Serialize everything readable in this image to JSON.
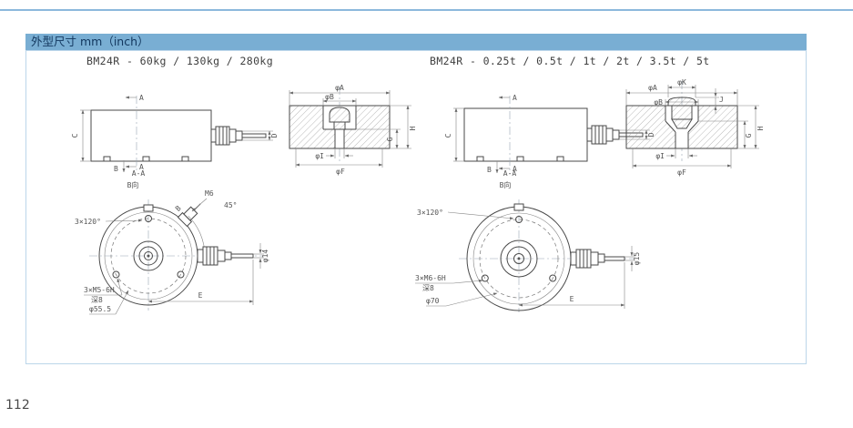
{
  "page": {
    "number": "112"
  },
  "header": {
    "title": "外型尺寸 mm（inch）"
  },
  "left": {
    "title": "BM24R - 60kg / 130kg / 280kg",
    "section_label": "A-A",
    "view_label": "B向",
    "side": {
      "a_top": "A",
      "a_bottom": "A",
      "b": "B",
      "c": "C",
      "d": "D"
    },
    "sec": {
      "phiA": "φA",
      "phiB": "φB",
      "h": "H",
      "g": "G",
      "phiI": "φI",
      "phiF": "φF"
    },
    "circle": {
      "pattern": "3×120°",
      "b": "B",
      "thread": "M6",
      "angle": "45°",
      "cable_dia": "φ14",
      "tap1": "3×M5-6H",
      "tap2": "深8",
      "bc_dia": "φ55.5",
      "e": "E"
    }
  },
  "right": {
    "title": "BM24R - 0.25t / 0.5t / 1t / 2t / 3.5t / 5t",
    "section_label": "A-A",
    "view_label": "B向",
    "side": {
      "a_top": "A",
      "a_bottom": "A",
      "b": "B",
      "c": "C",
      "d": "D"
    },
    "sec": {
      "phiA": "φA",
      "phiB": "φB",
      "phiK": "φK",
      "j": "J",
      "h": "H",
      "g": "G",
      "phiI": "φI",
      "phiF": "φF"
    },
    "circle": {
      "pattern": "3×120°",
      "cable_dia": "φ15",
      "tap1": "3×M6-6H",
      "tap2": "深8",
      "bc_dia": "φ70",
      "e": "E"
    }
  }
}
